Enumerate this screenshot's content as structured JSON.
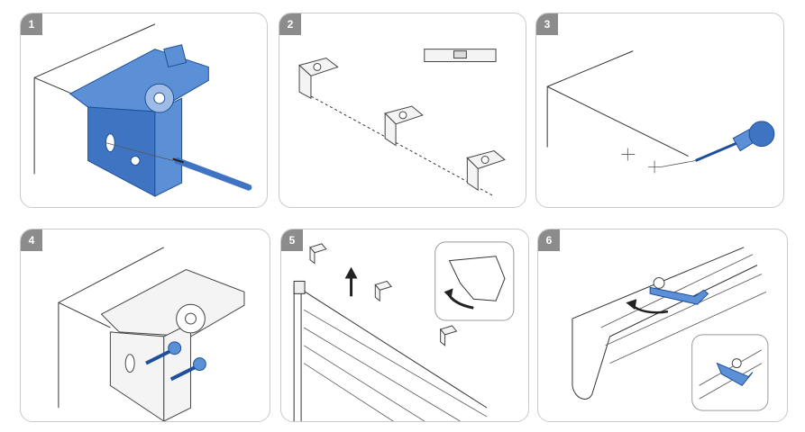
{
  "steps": [
    {
      "number": "1",
      "label": ""
    },
    {
      "number": "2",
      "label": ""
    },
    {
      "number": "3",
      "label": ""
    },
    {
      "number": "4",
      "label": ""
    },
    {
      "number": "5",
      "label": ""
    },
    {
      "number": "6",
      "label": ""
    }
  ],
  "colors": {
    "accent": "#5b8fd6",
    "accent_dark": "#1f4f9a",
    "badge": "#8c8c8c",
    "border": "#c9c9c9"
  }
}
